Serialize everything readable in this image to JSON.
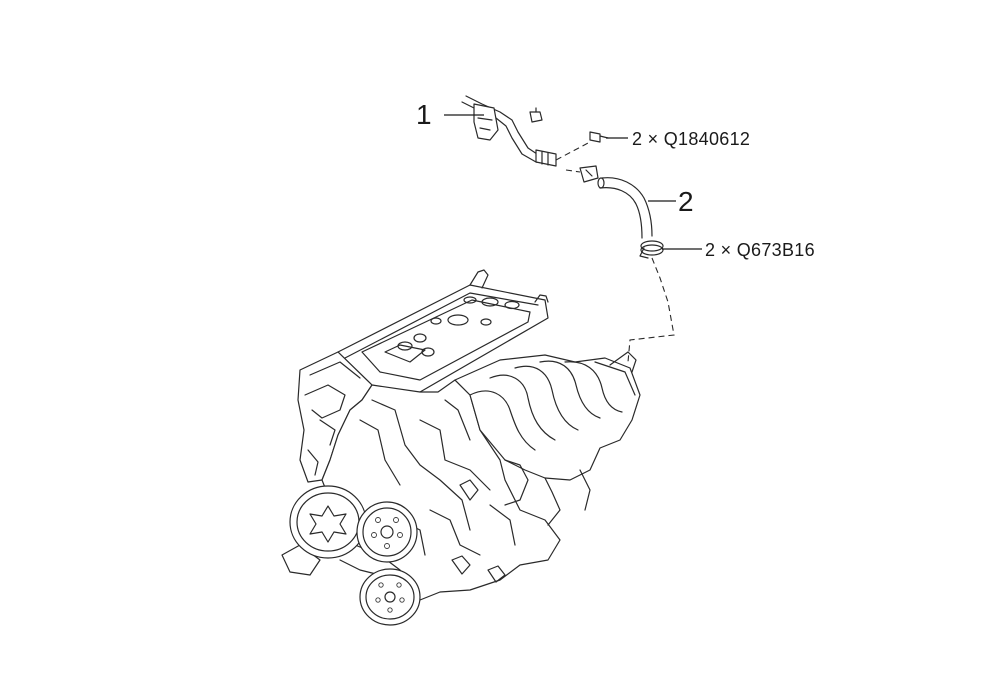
{
  "callouts": {
    "part1": {
      "number": "1"
    },
    "part2": {
      "number": "2"
    },
    "bolt": {
      "text": "2 × Q1840612"
    },
    "clamp": {
      "text": "2 × Q673B16"
    }
  },
  "colors": {
    "line": "#2a2a2a",
    "background": "#ffffff"
  }
}
